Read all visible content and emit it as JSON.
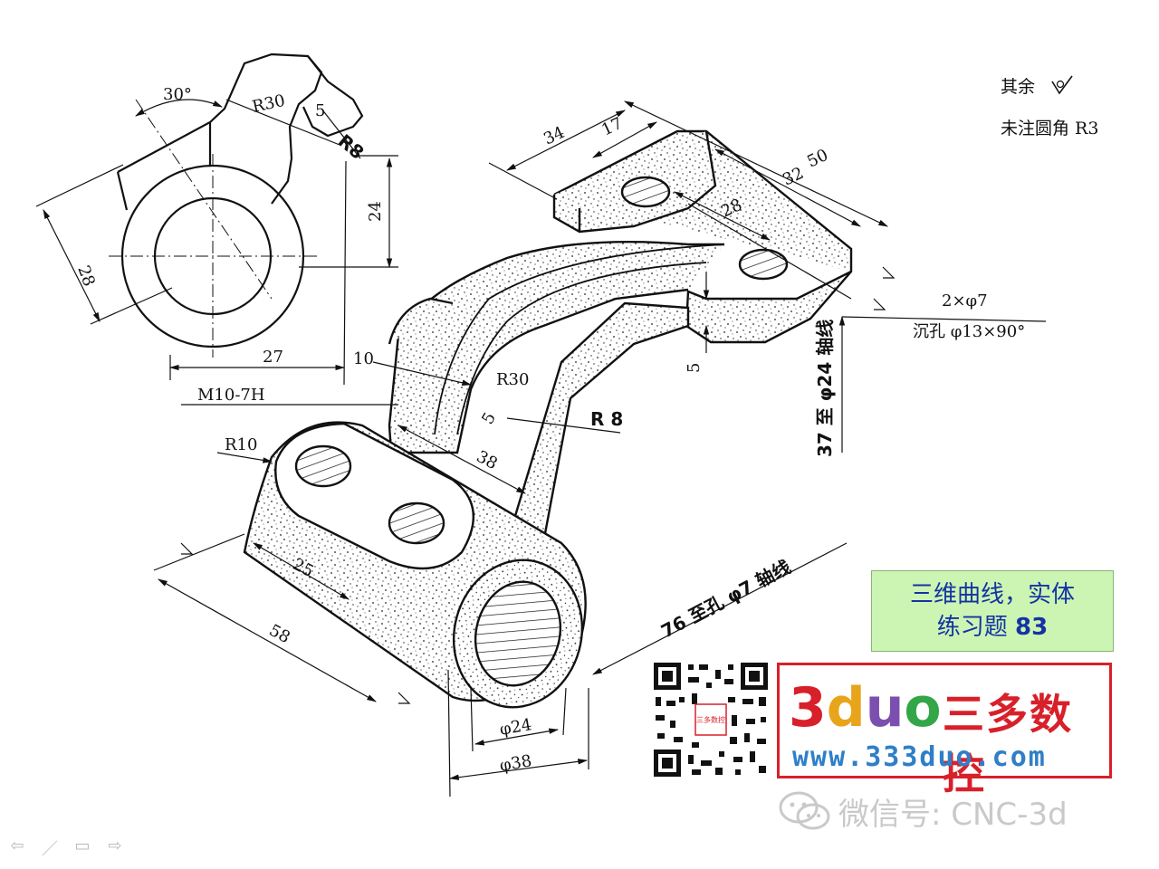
{
  "drawing": {
    "dims": {
      "angle30": "30°",
      "r30_top": "R30",
      "d5_top": "5",
      "r8_top": "R8",
      "d24": "24",
      "d28": "28",
      "d27": "27",
      "d34": "34",
      "d17": "17",
      "d50": "50",
      "d32": "32",
      "d28b": "28",
      "d10": "10",
      "r30_mid": "R30",
      "d5_mid": "5",
      "r8_mid": "R 8",
      "d38": "38",
      "m10": "M10-7H",
      "r10": "R10",
      "d25": "25",
      "d58": "58",
      "phi24": "φ24",
      "phi38": "φ38",
      "d5_right": "5",
      "hole_count": "2×φ7",
      "countersink": "沉孔 φ13×90°",
      "axis37": "37 至 φ24 轴线",
      "axis76": "76 至孔 φ7 轴线"
    },
    "notes": {
      "rest": "其余",
      "fillet": "未注圆角 R3"
    }
  },
  "title": {
    "line1": "三维曲线，实体",
    "line2_prefix": "练习题 ",
    "line2_num": "83"
  },
  "logo": {
    "mark_3": "3",
    "mark_d": "d",
    "mark_u": "u",
    "mark_o": "o",
    "cn": "三多数控",
    "url": "www.333duo.com",
    "qr_center": "三多数控"
  },
  "wechat": {
    "text": "微信号: CNC-3d"
  },
  "nav": {
    "prev": "⇦",
    "pen": "／",
    "menu": "▭",
    "next": "⇨"
  }
}
